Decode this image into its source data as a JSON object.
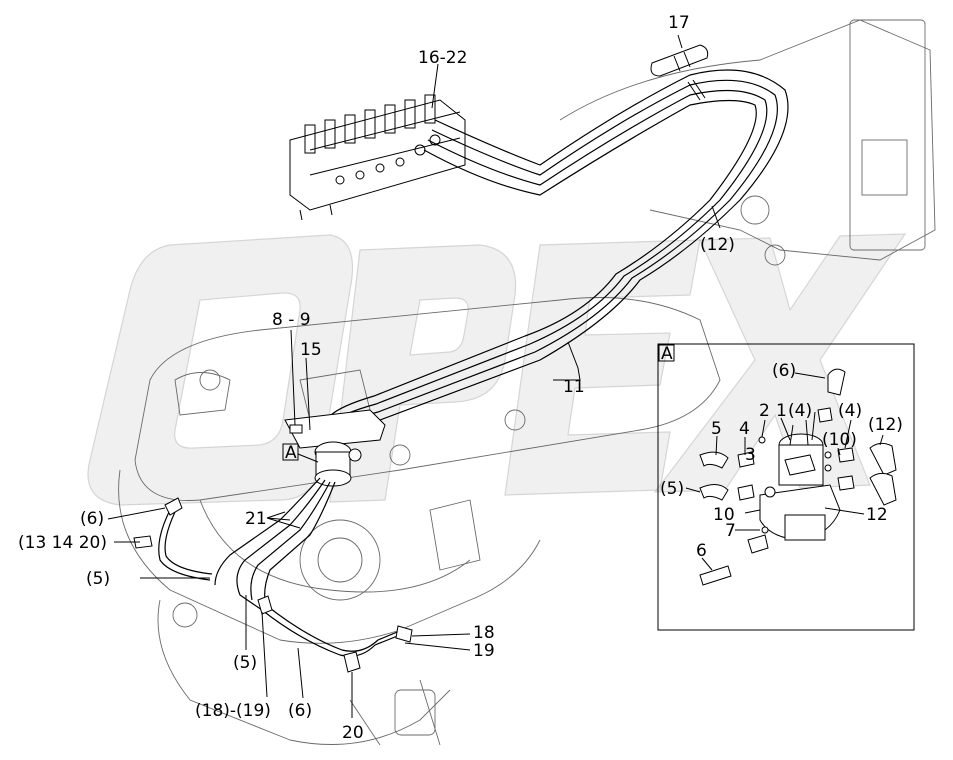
{
  "labels": {
    "l17": "17",
    "l16_22": "16-22",
    "l12a": "(12)",
    "l8_9": "8 - 9",
    "l15": "15",
    "lA_main": "A",
    "l11": "11",
    "l21": "21",
    "l6a": "(6)",
    "l13_14_20": "(13 14 20)",
    "l5a": "(5)",
    "l5b": "(5)",
    "l18_19": "(18)-(19)",
    "l6b": "(6)",
    "l20": "20",
    "l18": "18",
    "l19": "19"
  },
  "detail": {
    "tag": "A",
    "l6a": "(6)",
    "l2": "2",
    "l1": "1",
    "l4a": "(4)",
    "l4b": "(4)",
    "l12a": "(12)",
    "l5": "5",
    "l4": "4",
    "l3": "3",
    "l10a": "(10)",
    "l5b": "(5)",
    "l10": "10",
    "l7": "7",
    "l12": "12",
    "l6": "6"
  },
  "watermark": "OPEX"
}
